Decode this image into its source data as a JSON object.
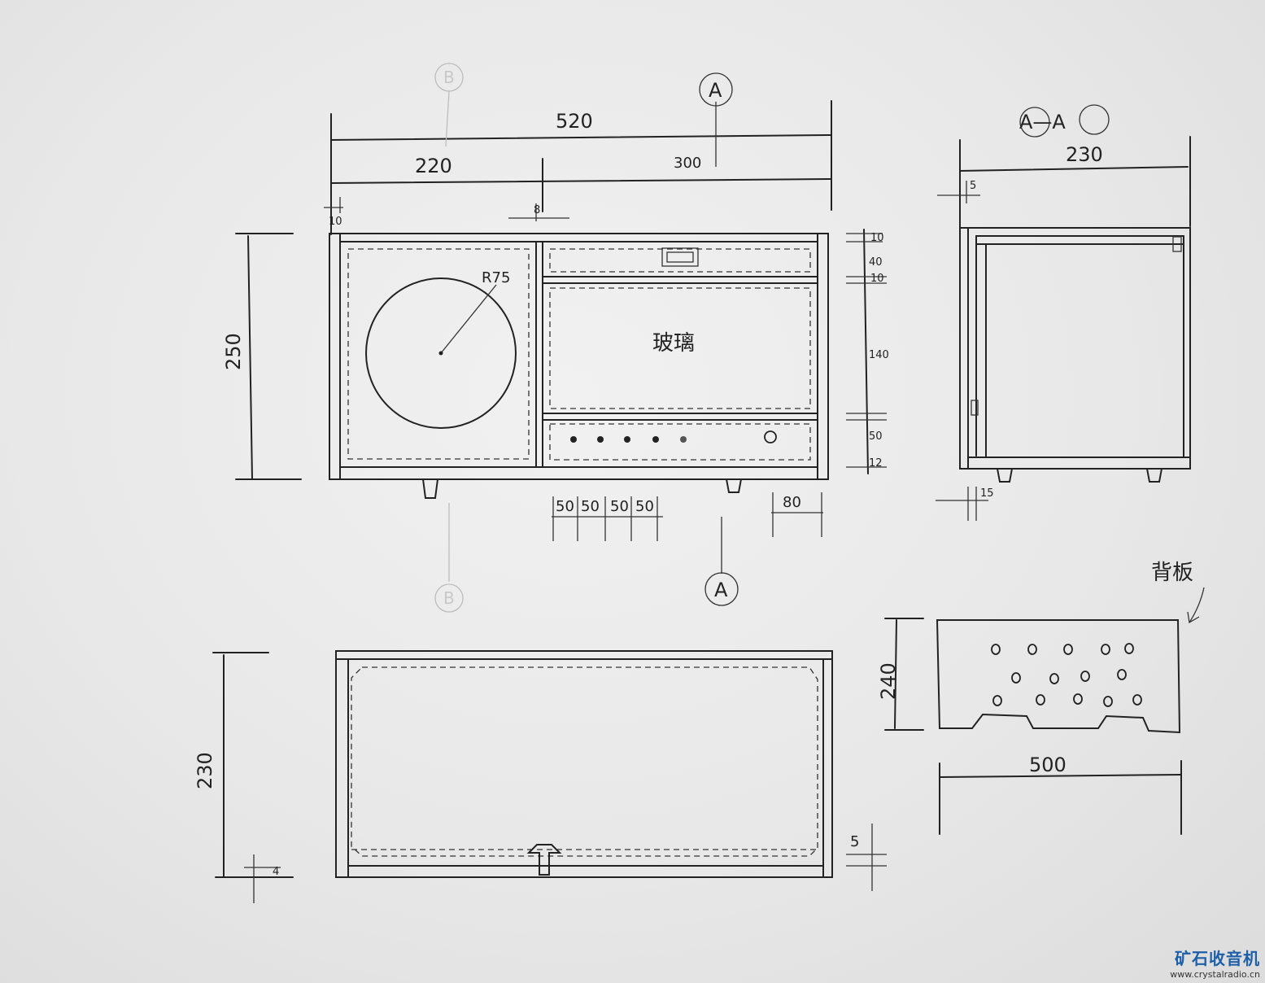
{
  "drawing": {
    "front_view": {
      "overall_width": "520",
      "left_section": "220",
      "right_section": "300",
      "left_wall": "10",
      "partition": "8",
      "height": "250",
      "speaker_radius": "R75",
      "glass_label": "玻璃",
      "right_dims": [
        "10",
        "40",
        "10",
        "140",
        "50",
        "12"
      ],
      "bottom_spacing": [
        "50",
        "50",
        "50",
        "50"
      ],
      "knob_offset": "80"
    },
    "section_marks": [
      "A",
      "A",
      "B",
      "B"
    ],
    "section_view": {
      "title": "A—A",
      "depth": "230",
      "back_thickness": "5",
      "front_thickness": "15"
    },
    "top_view": {
      "depth": "230",
      "offset_bottom": "4",
      "offset_right": "5"
    },
    "back_panel": {
      "label": "背板",
      "height": "240",
      "width": "500"
    }
  },
  "watermark": {
    "title": "矿石收音机",
    "url": "www.crystalradio.cn",
    "color": "#1d5fa8"
  }
}
